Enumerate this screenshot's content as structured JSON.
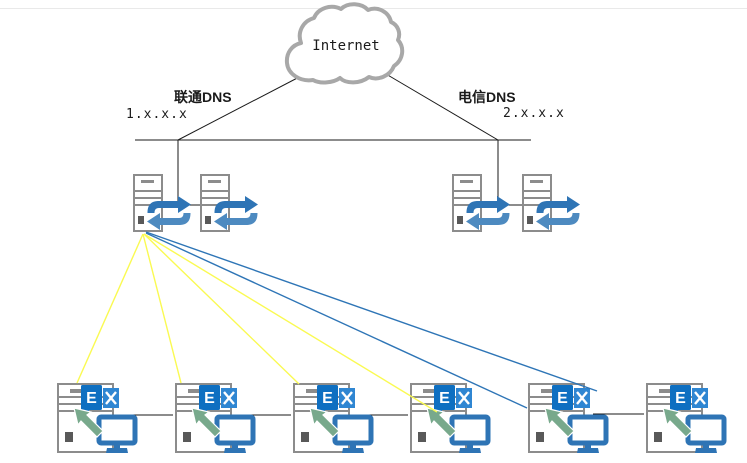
{
  "cloud": {
    "label": "Internet"
  },
  "links": {
    "left_dns": {
      "label": "联通DNS",
      "ip": "1.x.x.x"
    },
    "right_dns": {
      "label": "电信DNS",
      "ip": "2.x.x.x"
    }
  },
  "exchange": {
    "letter": "E"
  },
  "colors": {
    "cloud_stroke": "#a8a8a8",
    "line_black": "#1a1a1a",
    "link_yellow": "#fafa52",
    "link_blue": "#2e75b6",
    "server_border": "#8c8c8c",
    "server_detail": "#595959",
    "sync_arrow_dark": "#2e74b5",
    "sync_arrow_light": "#4d8ac0",
    "exchange_tile_dark": "#0e6fc1",
    "exchange_tile_light": "#2f86d2",
    "monitor_blue": "#2e74b5",
    "cursor_green": "#78a98c"
  }
}
